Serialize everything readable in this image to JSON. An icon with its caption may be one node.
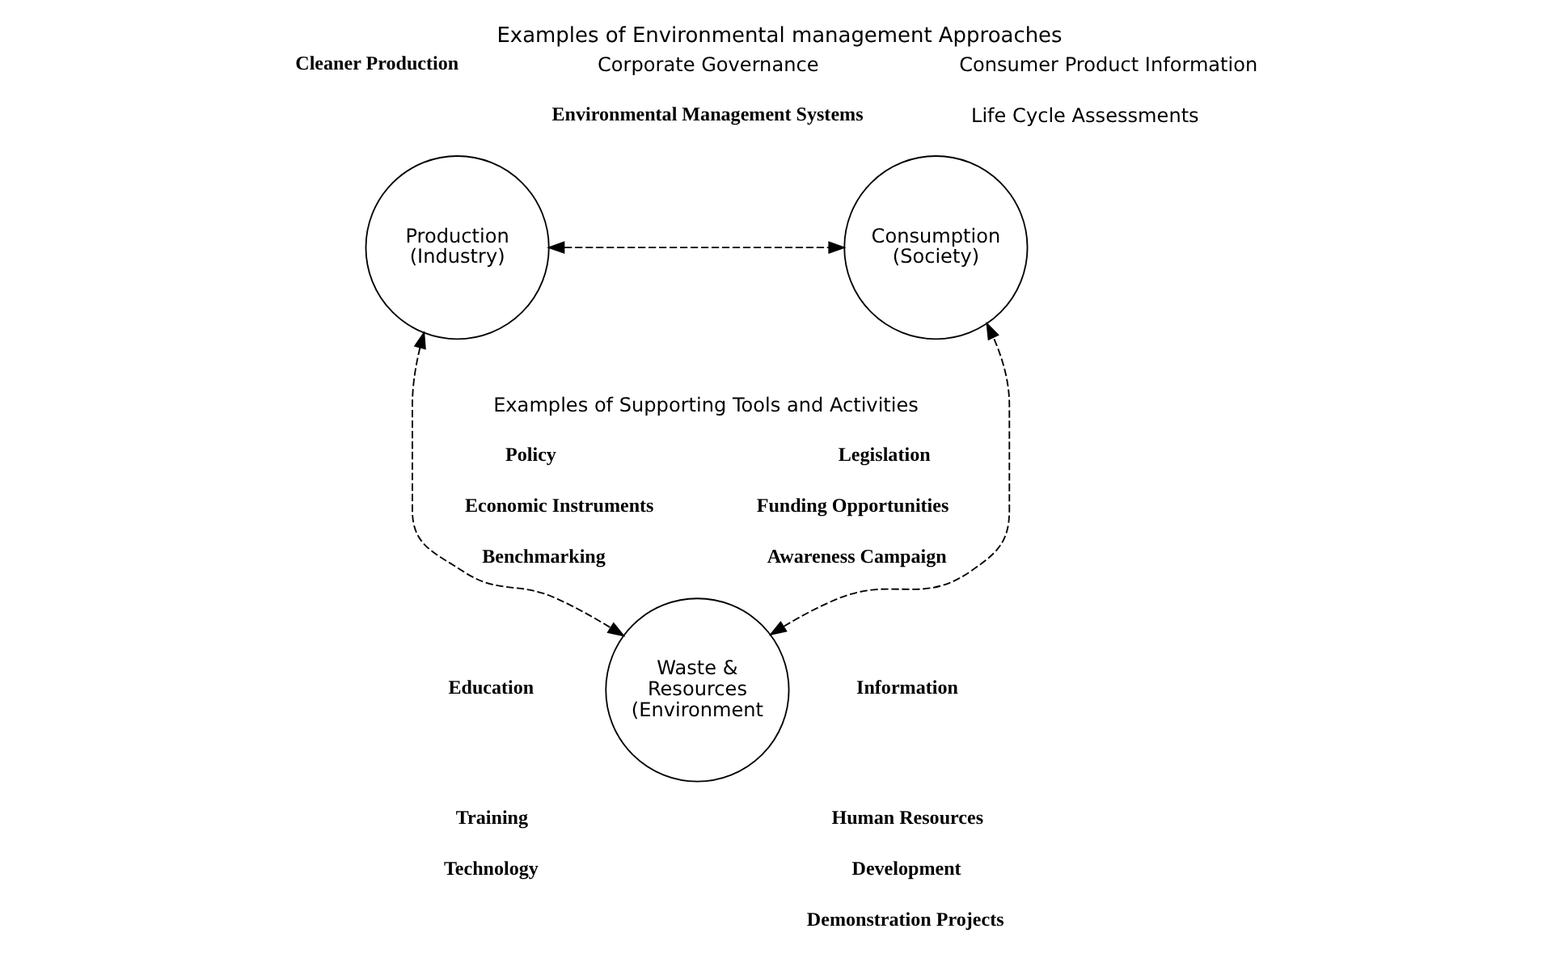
{
  "diagram": {
    "title": "Examples of Environmental management Approaches",
    "nodes": [
      {
        "text": [
          "Production (Industry)"
        ]
      },
      {
        "text": [
          "Consumption (Society)"
        ]
      },
      {
        "text": [
          "Waste & Resources (Environment"
        ]
      }
    ],
    "edges": [
      {
        "from": 0,
        "to": 1,
        "arrow": "both",
        "style": "dashed"
      },
      {
        "from": 0,
        "to": 2,
        "arrow": "both",
        "style": "dashed"
      },
      {
        "from": 2,
        "to": 1,
        "arrow": "both",
        "style": "dashed"
      }
    ],
    "labels": [
      "Cleaner Production",
      "Corporate Governance",
      "Consumer Product Information",
      "Environmental Management Systems",
      "Life Cycle Assessments",
      "Examples of Supporting Tools and Activities",
      "Policy",
      "Economic Instruments",
      "Benchmarking",
      "Education",
      "Training",
      "Technology",
      "Legislation",
      "Funding Opportunities",
      "Awareness Campaign",
      "Information",
      "Human Resources",
      "Development",
      "Demonstration Projects"
    ]
  }
}
